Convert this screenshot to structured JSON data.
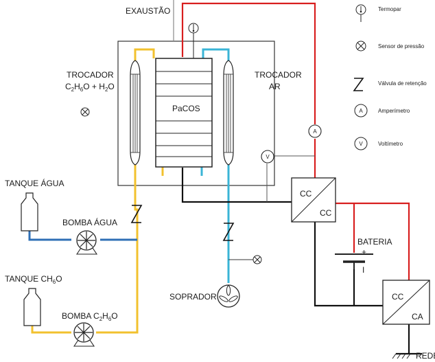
{
  "colors": {
    "water_line": "#2e6fb6",
    "fuel_line": "#f2c12e",
    "air_line": "#3ab4d6",
    "electric_line": "#d81e1e",
    "dc_line": "#111111",
    "outline": "#333333"
  },
  "labels": {
    "exhaust": "EXAUSTÃO",
    "exchanger_fuel_line1": "TROCADOR",
    "exchanger_fuel_line2_pre": "C",
    "exchanger_fuel_line2_sub1": "2",
    "exchanger_fuel_line2_mid": "H",
    "exchanger_fuel_line2_sub2": "6",
    "exchanger_fuel_line2_post": "O + H",
    "exchanger_fuel_line2_sub3": "2",
    "exchanger_fuel_line2_end": "O",
    "exchanger_air_line1": "TROCADOR",
    "exchanger_air_line2": "AR",
    "stack": "PaCOS",
    "water_tank": "TANQUE ÁGUA",
    "water_pump": "BOMBA ÁGUA",
    "fuel_tank_pre": "TANQUE CH",
    "fuel_tank_sub": "6",
    "fuel_tank_post": "O",
    "fuel_pump_pre": "BOMBA C",
    "fuel_pump_sub1": "2",
    "fuel_pump_mid": "H",
    "fuel_pump_sub2": "6",
    "fuel_pump_post": "O",
    "blower": "SOPRADOR",
    "battery": "BATERIA",
    "battery_plus": "+",
    "battery_minus": "I",
    "dcdc_top": "CC",
    "dcdc_bottom": "CC",
    "dcac_top": "CC",
    "dcac_bottom": "CA",
    "grid": "REDE",
    "ammeter_symbol": "A",
    "voltmeter_symbol": "V"
  },
  "legend": [
    {
      "icon": "thermocouple-icon",
      "label": "Termopar"
    },
    {
      "icon": "pressure-sensor-icon",
      "label": "Sensor de pressão"
    },
    {
      "icon": "check-valve-icon",
      "label": "Válvula de retenção"
    },
    {
      "icon": "ammeter-icon",
      "symbol": "A",
      "label": "Amperímetro"
    },
    {
      "icon": "voltmeter-icon",
      "symbol": "V",
      "label": "Voltímetro"
    }
  ]
}
